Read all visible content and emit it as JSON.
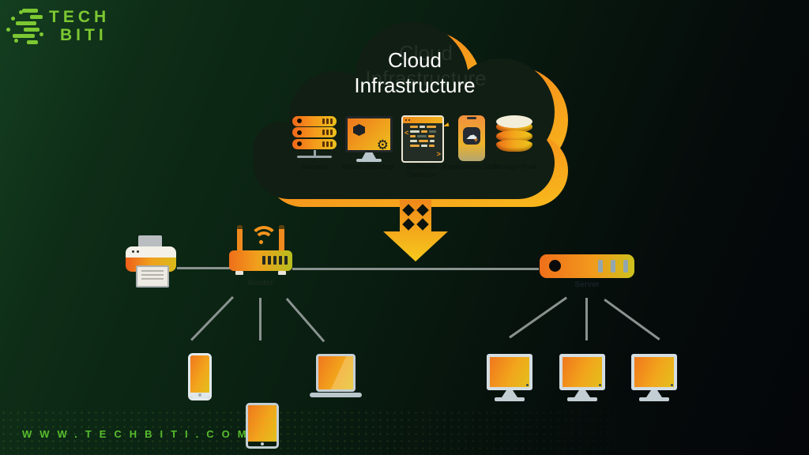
{
  "brand": {
    "line1": "TECH",
    "line2": "BITI"
  },
  "cloud": {
    "title_line1": "Cloud",
    "title_line2": "Infrastructure",
    "items": [
      {
        "label": "Servers",
        "icon": "server-stack-icon"
      },
      {
        "label": "Virtual Desktop",
        "icon": "virtual-desktop-icon"
      },
      {
        "label": "Software Platform",
        "icon": "software-platform-icon"
      },
      {
        "label": "Application Store",
        "icon": "app-store-phone-icon"
      },
      {
        "label": "Storage-Pool",
        "icon": "storage-cylinder-icon"
      }
    ]
  },
  "edge": {
    "printer_icon": "printer-icon",
    "router_icon": "wifi-router-icon",
    "router_label": "Router",
    "server_icon": "rack-server-icon",
    "server_label": "Server",
    "transfer_arrow_icon": "down-transfer-arrow-icon"
  },
  "clients": {
    "left": [
      "smartphone-icon",
      "tablet-icon",
      "laptop-icon"
    ],
    "right": [
      "monitor-icon",
      "monitor-icon",
      "monitor-icon"
    ]
  },
  "footer": {
    "url": "WWW.TECHBITI.COM"
  },
  "colors": {
    "accent_orange": "#f5821f",
    "accent_yellow": "#f2c41d",
    "brand_green": "#7dc832",
    "background_green": "#0b2314",
    "line_gray": "#8a9290",
    "cloud_fill": "#111e13"
  }
}
